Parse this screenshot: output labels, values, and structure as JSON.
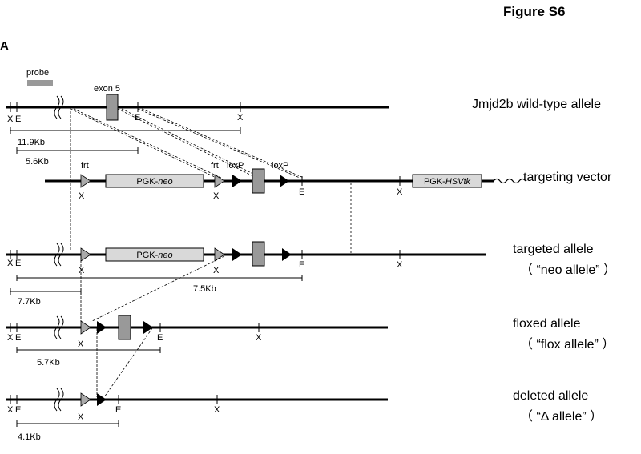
{
  "figure_title": "Figure S6",
  "panel_label": "A",
  "probe_label": "probe",
  "exon_label": "exon 5",
  "rows": {
    "wildtype": {
      "name": "Jmjd2b wild-type allele",
      "sites": [
        "X",
        "E",
        "E",
        "X"
      ],
      "measurements": [
        "11.9Kb",
        "5.6Kb"
      ]
    },
    "vector": {
      "name": "targeting vector",
      "sites": [
        "X",
        "X",
        "E",
        "X"
      ],
      "features": {
        "frt1": "frt",
        "frt2": "frt",
        "loxp1": "loxP",
        "loxp2": "loxP",
        "pgk_neo_prefix": "PGK-",
        "pgk_neo_suffix": "neo",
        "pgk_tk_prefix": "PGK-",
        "pgk_tk_suffix": "HSVtk"
      }
    },
    "targeted": {
      "name": "targeted allele",
      "alias": "（ “neo allele” ）",
      "sites": [
        "X",
        "E",
        "X",
        "X",
        "E",
        "X"
      ],
      "pgk_neo_prefix": "PGK-",
      "pgk_neo_suffix": "neo",
      "measurements": [
        "7.5Kb",
        "7.7Kb"
      ]
    },
    "floxed": {
      "name": "floxed allele",
      "alias": "（ “flox allele” ）",
      "sites": [
        "X",
        "E",
        "X",
        "E",
        "X"
      ],
      "measurements": [
        "5.7Kb"
      ]
    },
    "deleted": {
      "name": "deleted allele",
      "alias": "（ “Δ allele” ）",
      "sites": [
        "X",
        "E",
        "X",
        "E",
        "X"
      ],
      "measurements": [
        "4.1Kb"
      ]
    }
  },
  "colors": {
    "line": "#000000",
    "probe": "#999999",
    "exon": "#999999",
    "cassette": "#d9d9d9",
    "frt": "#aaaaaa",
    "loxp": "#000000"
  }
}
